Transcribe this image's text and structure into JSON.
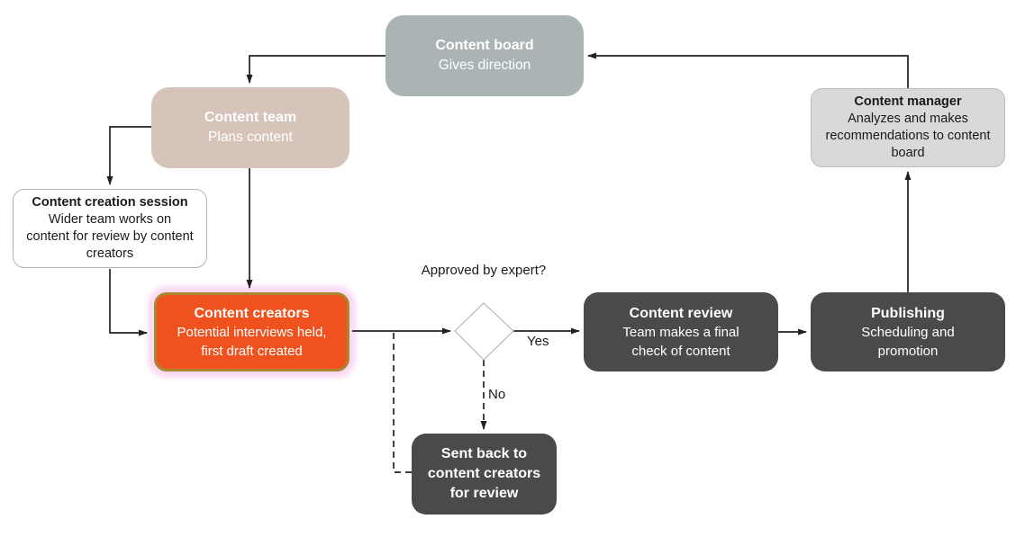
{
  "diagram": {
    "type": "flowchart",
    "description": "Content production workflow"
  },
  "nodes": {
    "content_board": {
      "title": "Content board",
      "body": "Gives direction"
    },
    "content_team": {
      "title": "Content team",
      "body": "Plans content"
    },
    "content_creation_session": {
      "title": "Content creation session",
      "body": "Wider team works on content for review by content creators"
    },
    "content_creators": {
      "title": "Content creators",
      "body": "Potential interviews held, first draft created"
    },
    "content_review": {
      "title": "Content review",
      "body": "Team makes a final check of content"
    },
    "publishing": {
      "title": "Publishing",
      "body": "Scheduling and promotion"
    },
    "content_manager": {
      "title": "Content manager",
      "body": "Analyzes and makes recommendations to content board"
    },
    "sent_back": {
      "title": "Sent back to content creators for review"
    }
  },
  "decision": {
    "question": "Approved by expert?",
    "yes_label": "Yes",
    "no_label": "No"
  },
  "colors": {
    "board_fill": "#aab4b4",
    "team_fill": "#d6c3ba",
    "dark_fill": "#4a4a4a",
    "manager_fill": "#d9d9d9",
    "session_fill": "#ffffff",
    "creators_fill": "#f0521f",
    "creators_border": "#a8872f",
    "creators_glow": "#fad7f2",
    "line_color": "#222222",
    "diamond_border": "#b9b9b9"
  }
}
